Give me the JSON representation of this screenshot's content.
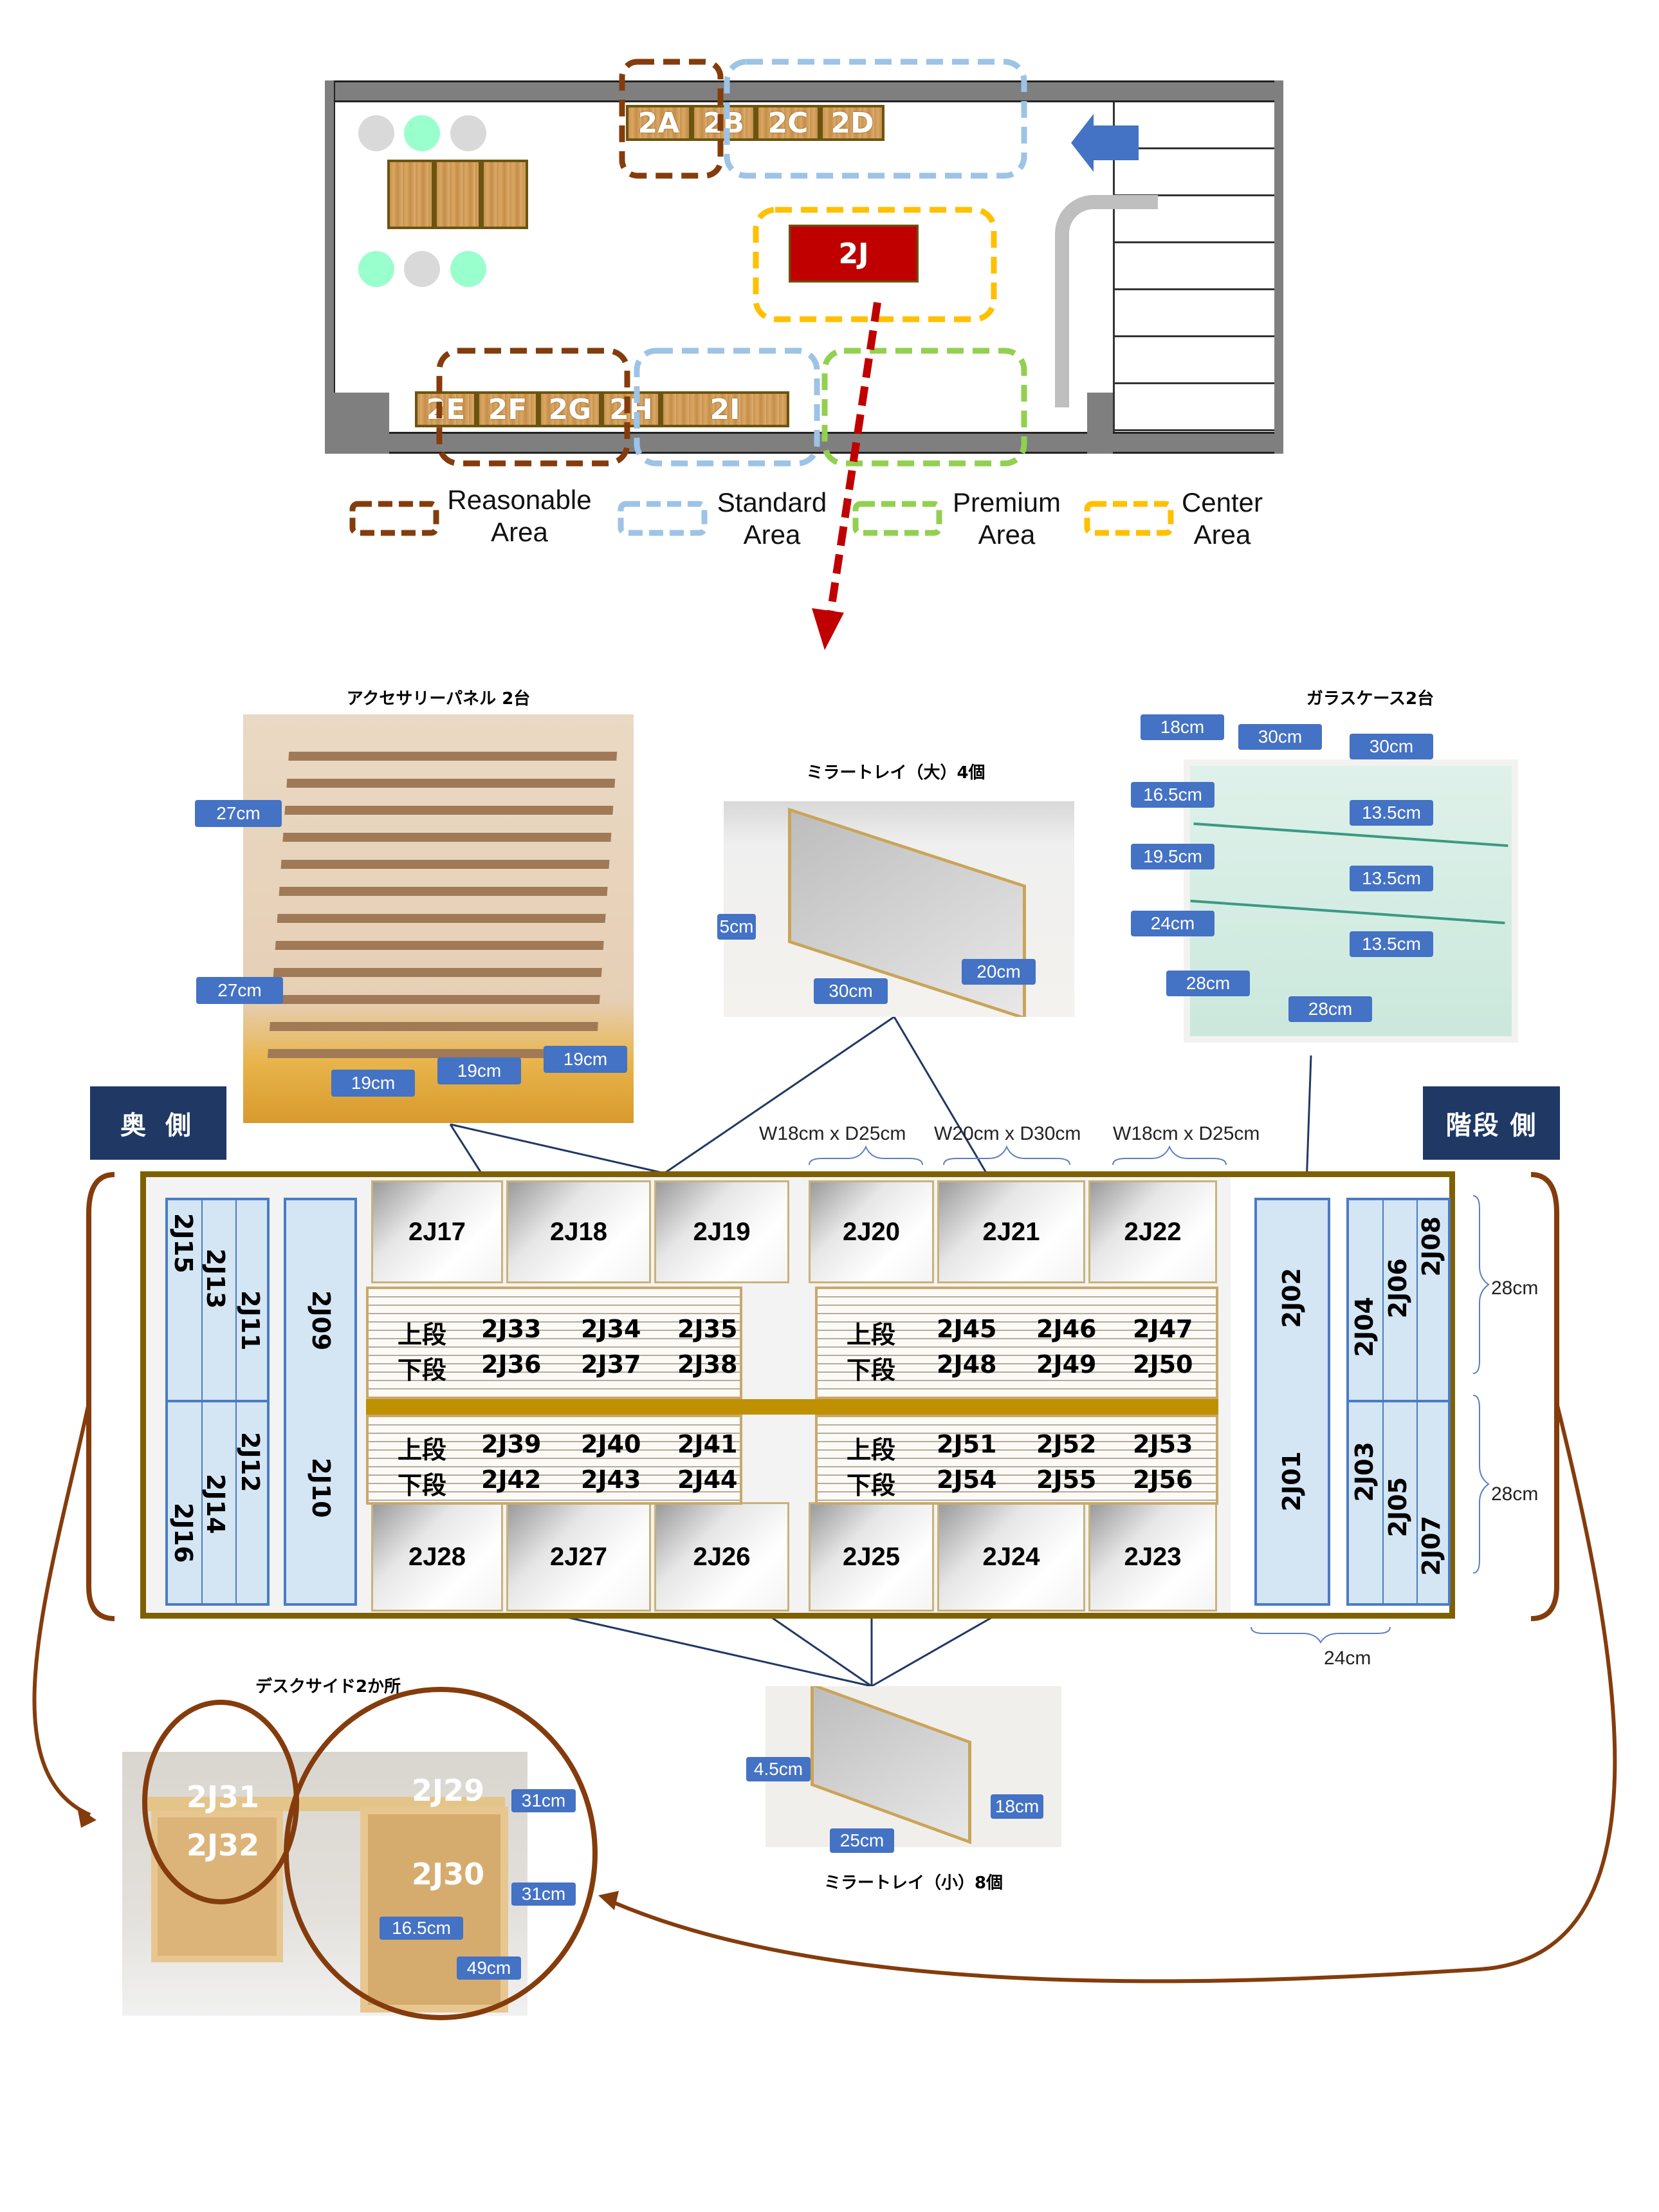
{
  "floor_plan": {
    "zones_top": [
      "2A",
      "2B",
      "2C",
      "2D"
    ],
    "zones_bottom": [
      "2E",
      "2F",
      "2G",
      "2H",
      "2I"
    ],
    "center_zone": "2J",
    "entrance_arrow": "arrow-left-icon",
    "colors": {
      "reasonable": "#843c0c",
      "standard": "#9dc3e6",
      "premium": "#92d050",
      "center": "#ffc000",
      "center_fill": "#c00000",
      "chair_green": "#99ffcc",
      "chair_gray": "#d9d9d9",
      "entrance_arrow": "#4472c4"
    }
  },
  "legend": [
    {
      "line1": "Reasonable",
      "line2": "Area",
      "color": "#843c0c"
    },
    {
      "line1": "Standard",
      "line2": "Area",
      "color": "#9dc3e6"
    },
    {
      "line1": "Premium",
      "line2": "Area",
      "color": "#92d050"
    },
    {
      "line1": "Center",
      "line2": "Area",
      "color": "#ffc000"
    }
  ],
  "accessory_panel": {
    "title": "アクセサリーパネル 2台",
    "dims": [
      "27cm",
      "27cm",
      "19cm",
      "19cm",
      "19cm"
    ]
  },
  "mirror_tray_large": {
    "title": "ミラートレイ（大）4個",
    "dims": {
      "height": "5cm",
      "width": "30cm",
      "depth": "20cm"
    }
  },
  "glass_case": {
    "title": "ガラスケース2台",
    "dims": {
      "depth_top": "18cm",
      "width_top_left": "30cm",
      "width_top_right": "30cm",
      "shelf_depth_1": "16.5cm",
      "shelf_depth_2": "19.5cm",
      "shelf_depth_3": "24cm",
      "shelf_height_1": "13.5cm",
      "shelf_height_2": "13.5cm",
      "shelf_height_3": "13.5cm",
      "width_bottom_left": "28cm",
      "width_bottom_right": "28cm"
    }
  },
  "sides": {
    "back": "奥 側",
    "stairs": "階段 側"
  },
  "tray_sizes": [
    "W18cm x D25cm",
    "W20cm x D30cm",
    "W18cm x D25cm"
  ],
  "table": {
    "left_glass_outer": [
      "2J15",
      "2J13",
      "2J11",
      "2J16",
      "2J14",
      "2J12"
    ],
    "left_glass_inner": [
      "2J09",
      "2J10"
    ],
    "top_trays": [
      "2J17",
      "2J18",
      "2J19",
      "2J20",
      "2J21",
      "2J22"
    ],
    "bottom_trays": [
      "2J28",
      "2J27",
      "2J26",
      "2J25",
      "2J24",
      "2J23"
    ],
    "tier_upper": "上段",
    "tier_lower": "下段",
    "panel_left_top": {
      "upper": [
        "2J33",
        "2J34",
        "2J35"
      ],
      "lower": [
        "2J36",
        "2J37",
        "2J38"
      ]
    },
    "panel_left_bottom": {
      "upper": [
        "2J39",
        "2J40",
        "2J41"
      ],
      "lower": [
        "2J42",
        "2J43",
        "2J44"
      ]
    },
    "panel_right_top": {
      "upper": [
        "2J45",
        "2J46",
        "2J47"
      ],
      "lower": [
        "2J48",
        "2J49",
        "2J50"
      ]
    },
    "panel_right_bottom": {
      "upper": [
        "2J51",
        "2J52",
        "2J53"
      ],
      "lower": [
        "2J54",
        "2J55",
        "2J56"
      ]
    },
    "right_glass_inner": [
      "2J02",
      "2J01"
    ],
    "right_glass_outer": [
      "2J04",
      "2J06",
      "2J08",
      "2J03",
      "2J05",
      "2J07"
    ],
    "height_dims": [
      "28cm",
      "28cm"
    ],
    "width_dim": "24cm"
  },
  "desk_side": {
    "title": "デスクサイド2か所",
    "slots": [
      "2J31",
      "2J32",
      "2J29",
      "2J30"
    ],
    "dims": {
      "shelf_h1": "31cm",
      "shelf_h2": "31cm",
      "depth": "16.5cm",
      "width": "49cm"
    }
  },
  "mirror_tray_small": {
    "title": "ミラートレイ（小）8個",
    "dims": {
      "height": "4.5cm",
      "width": "25cm",
      "depth": "18cm"
    }
  }
}
